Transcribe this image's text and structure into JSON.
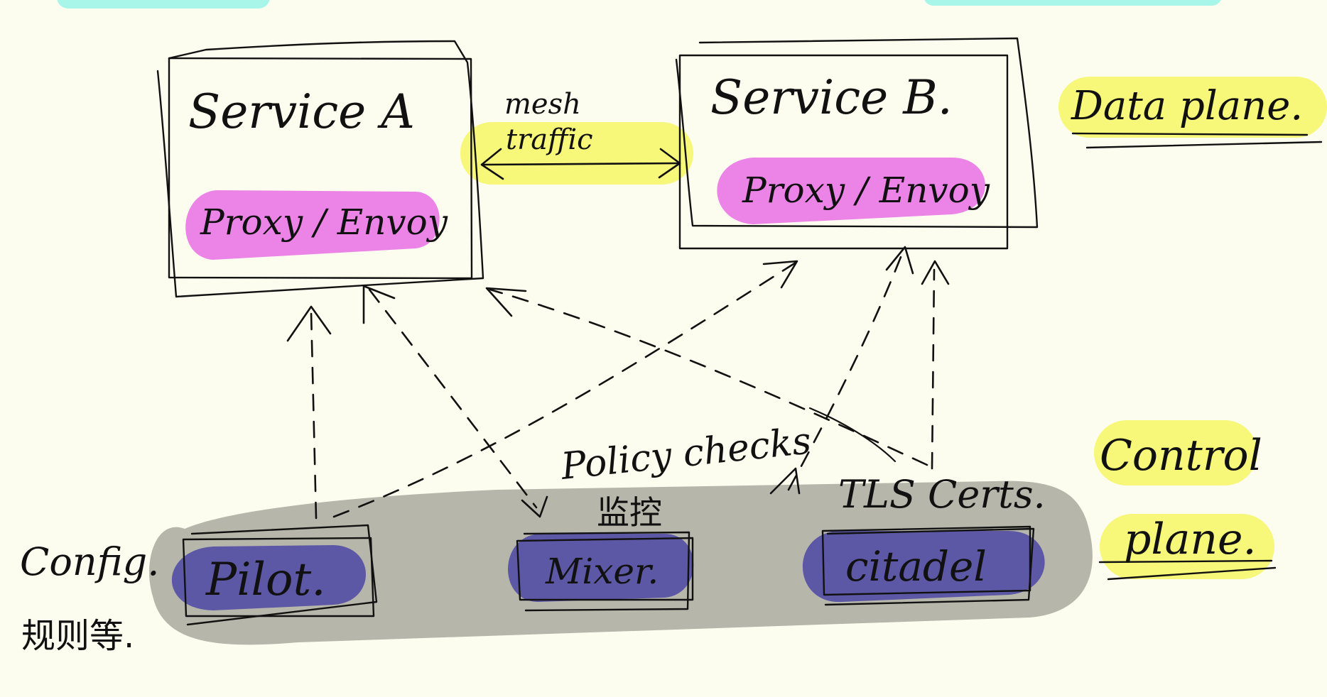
{
  "diagram": {
    "data_plane": {
      "label": "Data plane.",
      "service_a": {
        "title": "Service A",
        "proxy": "Proxy / Envoy"
      },
      "service_b": {
        "title": "Service B.",
        "proxy": "Proxy / Envoy"
      },
      "mesh_traffic": {
        "line1": "mesh",
        "line2": "traffic"
      }
    },
    "control_plane": {
      "label_line1": "Control",
      "label_line2": "plane.",
      "pilot": "Pilot.",
      "mixer": "Mixer.",
      "citadel": "citadel",
      "policy_checks": "Policy checks",
      "mixer_note": "监控",
      "tls_certs": "TLS Certs.",
      "config_line1": "Config.",
      "config_line2": "规则等."
    },
    "colors": {
      "background": "#fdfdef",
      "highlight_yellow": "#f7f77a",
      "highlight_cyan": "#a8f5ea",
      "proxy_pink": "#ec84e8",
      "component_purple": "#5c58a6",
      "control_band_gray": "#b6b6ab",
      "ink": "#111111"
    }
  }
}
